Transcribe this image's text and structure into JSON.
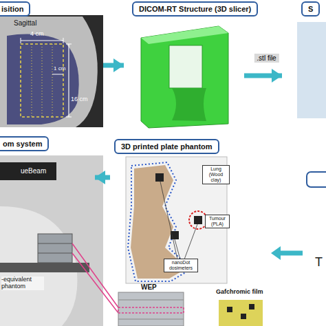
{
  "diagram": {
    "nodes": [
      {
        "text": [
          "isition"
        ]
      },
      {
        "text": [
          "DICOM-RT Structure (3D slicer)"
        ]
      },
      {
        "text": [
          "S"
        ]
      },
      {
        "text": [
          "om system"
        ]
      },
      {
        "text": [
          "3D printed plate phantom"
        ]
      },
      {
        "text": [
          "Lung (Wood clay)"
        ],
        "in": 4
      },
      {
        "text": [
          "Tumour (PLA)"
        ],
        "in": 4
      },
      {
        "text": [
          "nanoDot dosimeters"
        ],
        "in": 4
      }
    ],
    "edges": [
      {
        "from": 0,
        "to": 1,
        "arrow": "to"
      },
      {
        "from": 1,
        "to": 2,
        "label": ".stl file",
        "arrow": "to"
      },
      {
        "from": 4,
        "to": 3,
        "arrow": "to"
      }
    ],
    "labels": [
      "Sagittal",
      "4 cm",
      "1 cm",
      "16 cm",
      "ueBeam",
      "-equivalent phantom",
      "WEP",
      "Gafchromic film",
      "T"
    ]
  }
}
